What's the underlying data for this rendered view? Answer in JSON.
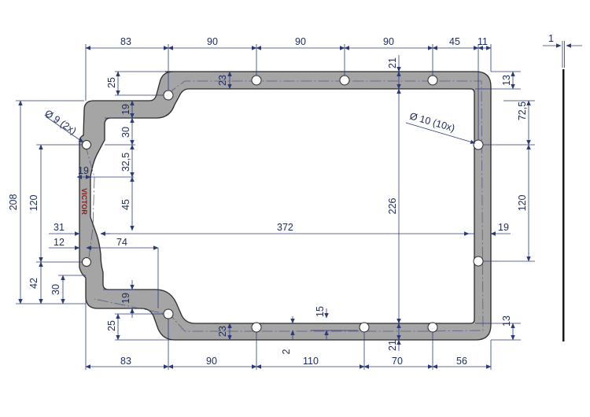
{
  "drawing": {
    "colors": {
      "gasket_fill": "#a5a5a5",
      "gasket_edge": "#2a2a2a",
      "dimension_line": "#2b3a78",
      "text": "#1b2a5c",
      "centerline": "#5a5a88",
      "logo": "#8a1a1a"
    },
    "top_dims": [
      "83",
      "90",
      "90",
      "90",
      "45",
      "11"
    ],
    "bottom_dims": [
      "83",
      "90",
      "110",
      "70",
      "56"
    ],
    "thickness": "1",
    "left": {
      "overall": "208",
      "hole_spacing": "120",
      "lower_offset": "42",
      "lower_inset": "30",
      "notch_upper": "19",
      "notch_lower": "19",
      "width_31": "31",
      "width_12": "12",
      "width_74": "74",
      "width_19": "19",
      "d30": "30",
      "d32_5": "32,5",
      "d45": "45",
      "top_25": "25",
      "bottom_25": "25"
    },
    "holes_small": "Ø 9 (2x)",
    "holes_large": "Ø 10 (10x)",
    "center": {
      "length": "372",
      "height": "226",
      "d23_top": "23",
      "d23_bottom": "23",
      "d21_top": "21",
      "d21_bottom": "21",
      "d15": "15",
      "d2": "2"
    },
    "right": {
      "d13_top": "13",
      "d72_5": "72,5",
      "hole_spacing": "120",
      "d19": "19",
      "d13_bottom": "13"
    },
    "logo": "VICTOR"
  }
}
